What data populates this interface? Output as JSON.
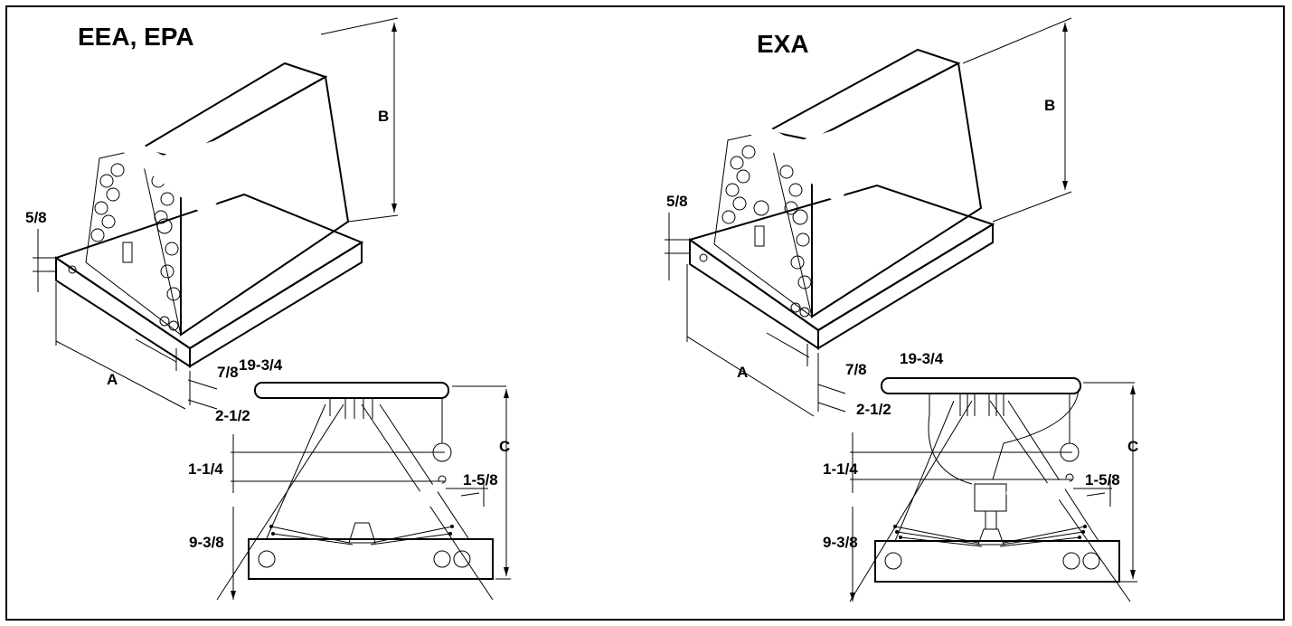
{
  "left": {
    "title": "EEA, EPA",
    "dims": {
      "five_eighths": "5/8",
      "B": "B",
      "A": "A",
      "seven_eighths": "7/8",
      "nineteen_three_quarters": "19-3/4",
      "two_half": "2-1/2",
      "C": "C",
      "one_quarter": "1-1/4",
      "one_five_eighths": "1-5/8",
      "nine_three_eighths": "9-3/8"
    }
  },
  "right": {
    "title": "EXA",
    "dims": {
      "five_eighths": "5/8",
      "B": "B",
      "A": "A",
      "seven_eighths": "7/8",
      "nineteen_three_quarters": "19-3/4",
      "two_half": "2-1/2",
      "C": "C",
      "one_quarter": "1-1/4",
      "one_five_eighths": "1-5/8",
      "nine_three_eighths": "9-3/8"
    }
  }
}
